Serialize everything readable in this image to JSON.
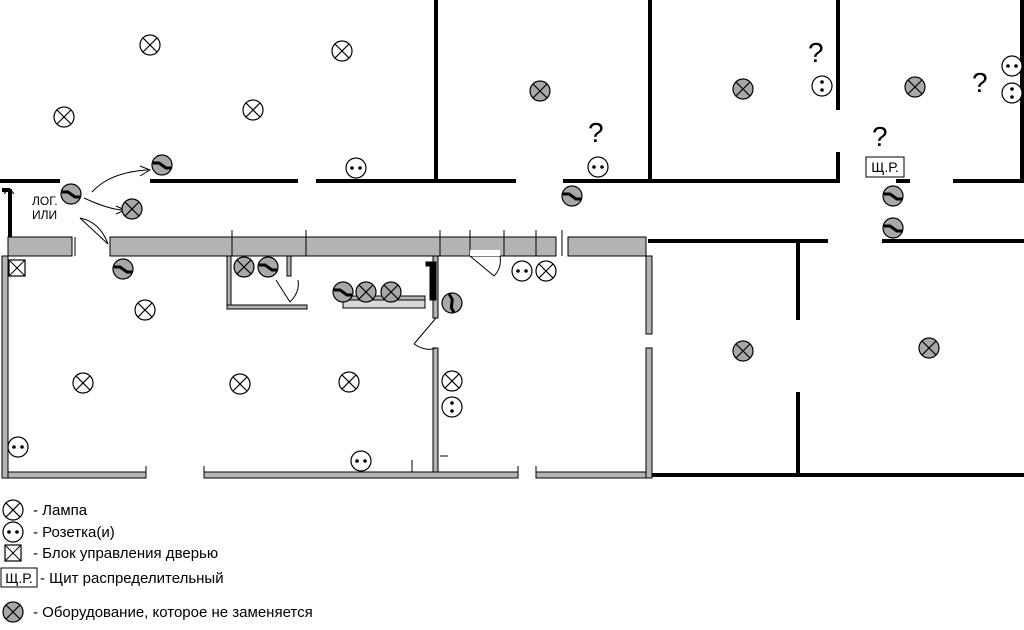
{
  "plan": {
    "panel_label": "Щ.Р.",
    "cut_label_line1": "ЛОГ.",
    "cut_label_line2": "ИЛИ",
    "question_mark": "?"
  },
  "legend": {
    "items": [
      {
        "symbol": "lamp-icon",
        "text": "- Лампа"
      },
      {
        "symbol": "socket-icon",
        "text": "- Розетка(и)"
      },
      {
        "symbol": "door-control-icon",
        "text": "- Блок управления дверью"
      },
      {
        "symbol": "panel-icon",
        "symbol_text": "Щ.Р.",
        "text": "- Щит распределительный"
      },
      {
        "symbol": "equipment-icon",
        "text": "- Оборудование, которое не заменяется"
      }
    ]
  },
  "colors": {
    "wall": "#000000",
    "partition_fill": "#b4b4b4",
    "equipment_fill": "#a8a8a8",
    "background": "#ffffff"
  }
}
